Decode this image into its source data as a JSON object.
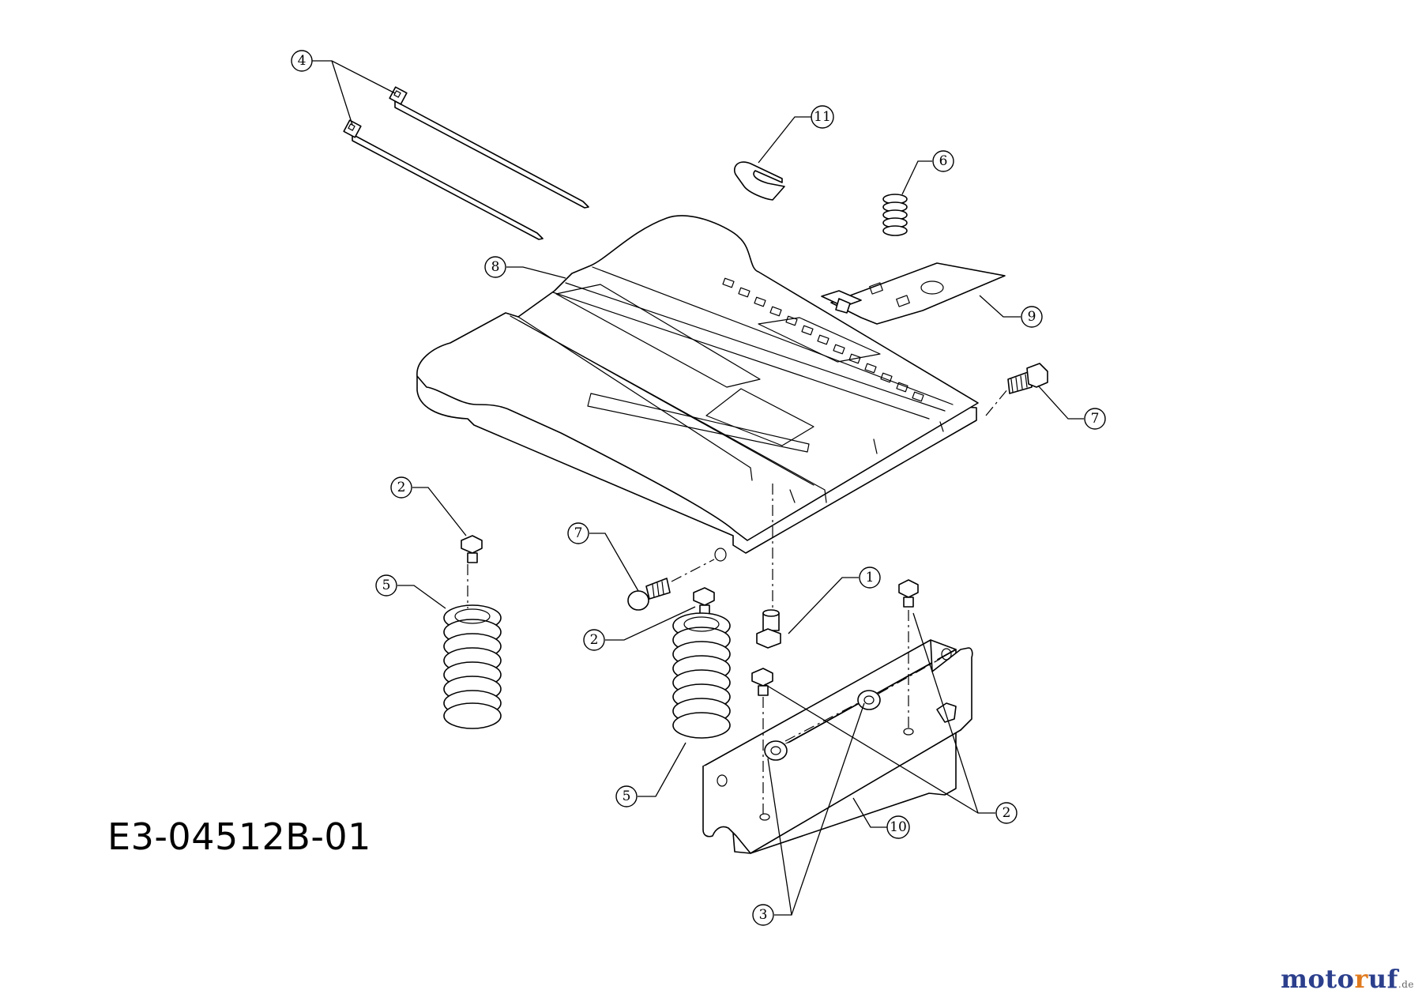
{
  "drawing_code": "E3-04512B-01",
  "brand": {
    "part1": "moto",
    "part2": "r",
    "part3": "uf",
    "tld": ".de"
  },
  "callouts": [
    "1",
    "2",
    "3",
    "4",
    "5",
    "6",
    "7",
    "8",
    "9",
    "10",
    "11"
  ],
  "colors": {
    "line": "#000000",
    "background": "#ffffff",
    "brand_blue": "#2b3f8c",
    "brand_orange": "#e07a1e"
  }
}
